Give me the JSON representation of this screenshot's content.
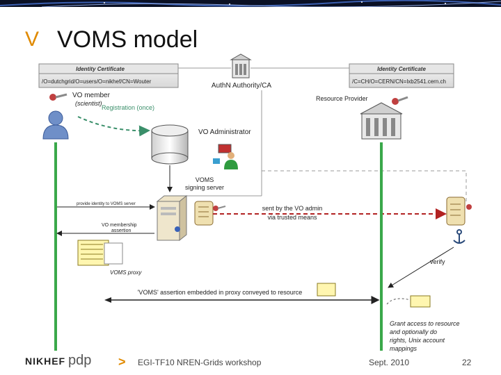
{
  "slide": {
    "title_mark": "V",
    "title": "VOMS model"
  },
  "diagram": {
    "cert_left": {
      "header": "Identity Certificate",
      "dn": "/O=dutchgrid/O=users/O=nikhef/CN=Wouter"
    },
    "cert_right": {
      "header": "Identity Certificate",
      "dn": "/C=CH/O=CERN/CN=lxb2541.cern.ch"
    },
    "authn_label": "AuthN Authority/CA",
    "vo_member": "VO member",
    "scientist": "(scientist)",
    "registration": "Registration (once)",
    "resource_provider": "Resource Provider",
    "vo_admin": "VO Administrator",
    "voms_server_line1": "VOMS",
    "voms_server_line2": "signing server",
    "provide_identity": "provide identity to VOMS server",
    "vo_membership_line1": "VO membership",
    "vo_membership_line2": "assertion",
    "sent_line1": "sent by the VO admin",
    "sent_line2": "via trusted means",
    "voms_proxy": "VOMS proxy",
    "verify": "verify",
    "assertion_conveyed": "'VOMS' assertion embedded in proxy conveyed to resource",
    "grant_lines": [
      "Grant access to resource",
      "and optionally do",
      "rights, Unix account",
      "mappings"
    ]
  },
  "footer": {
    "logo_nikhef": "NIKHEF",
    "logo_pdp": "pdp",
    "arrow": ">",
    "event": "EGI-TF10 NREN-Grids workshop",
    "date": "Sept. 2010",
    "page": "22"
  },
  "colors": {
    "accent": "#e08a00",
    "lifeline": "#3aa84a",
    "trusted_path": "#b22222",
    "registration_path": "#3a8f6a",
    "banner": "#0a1024"
  }
}
